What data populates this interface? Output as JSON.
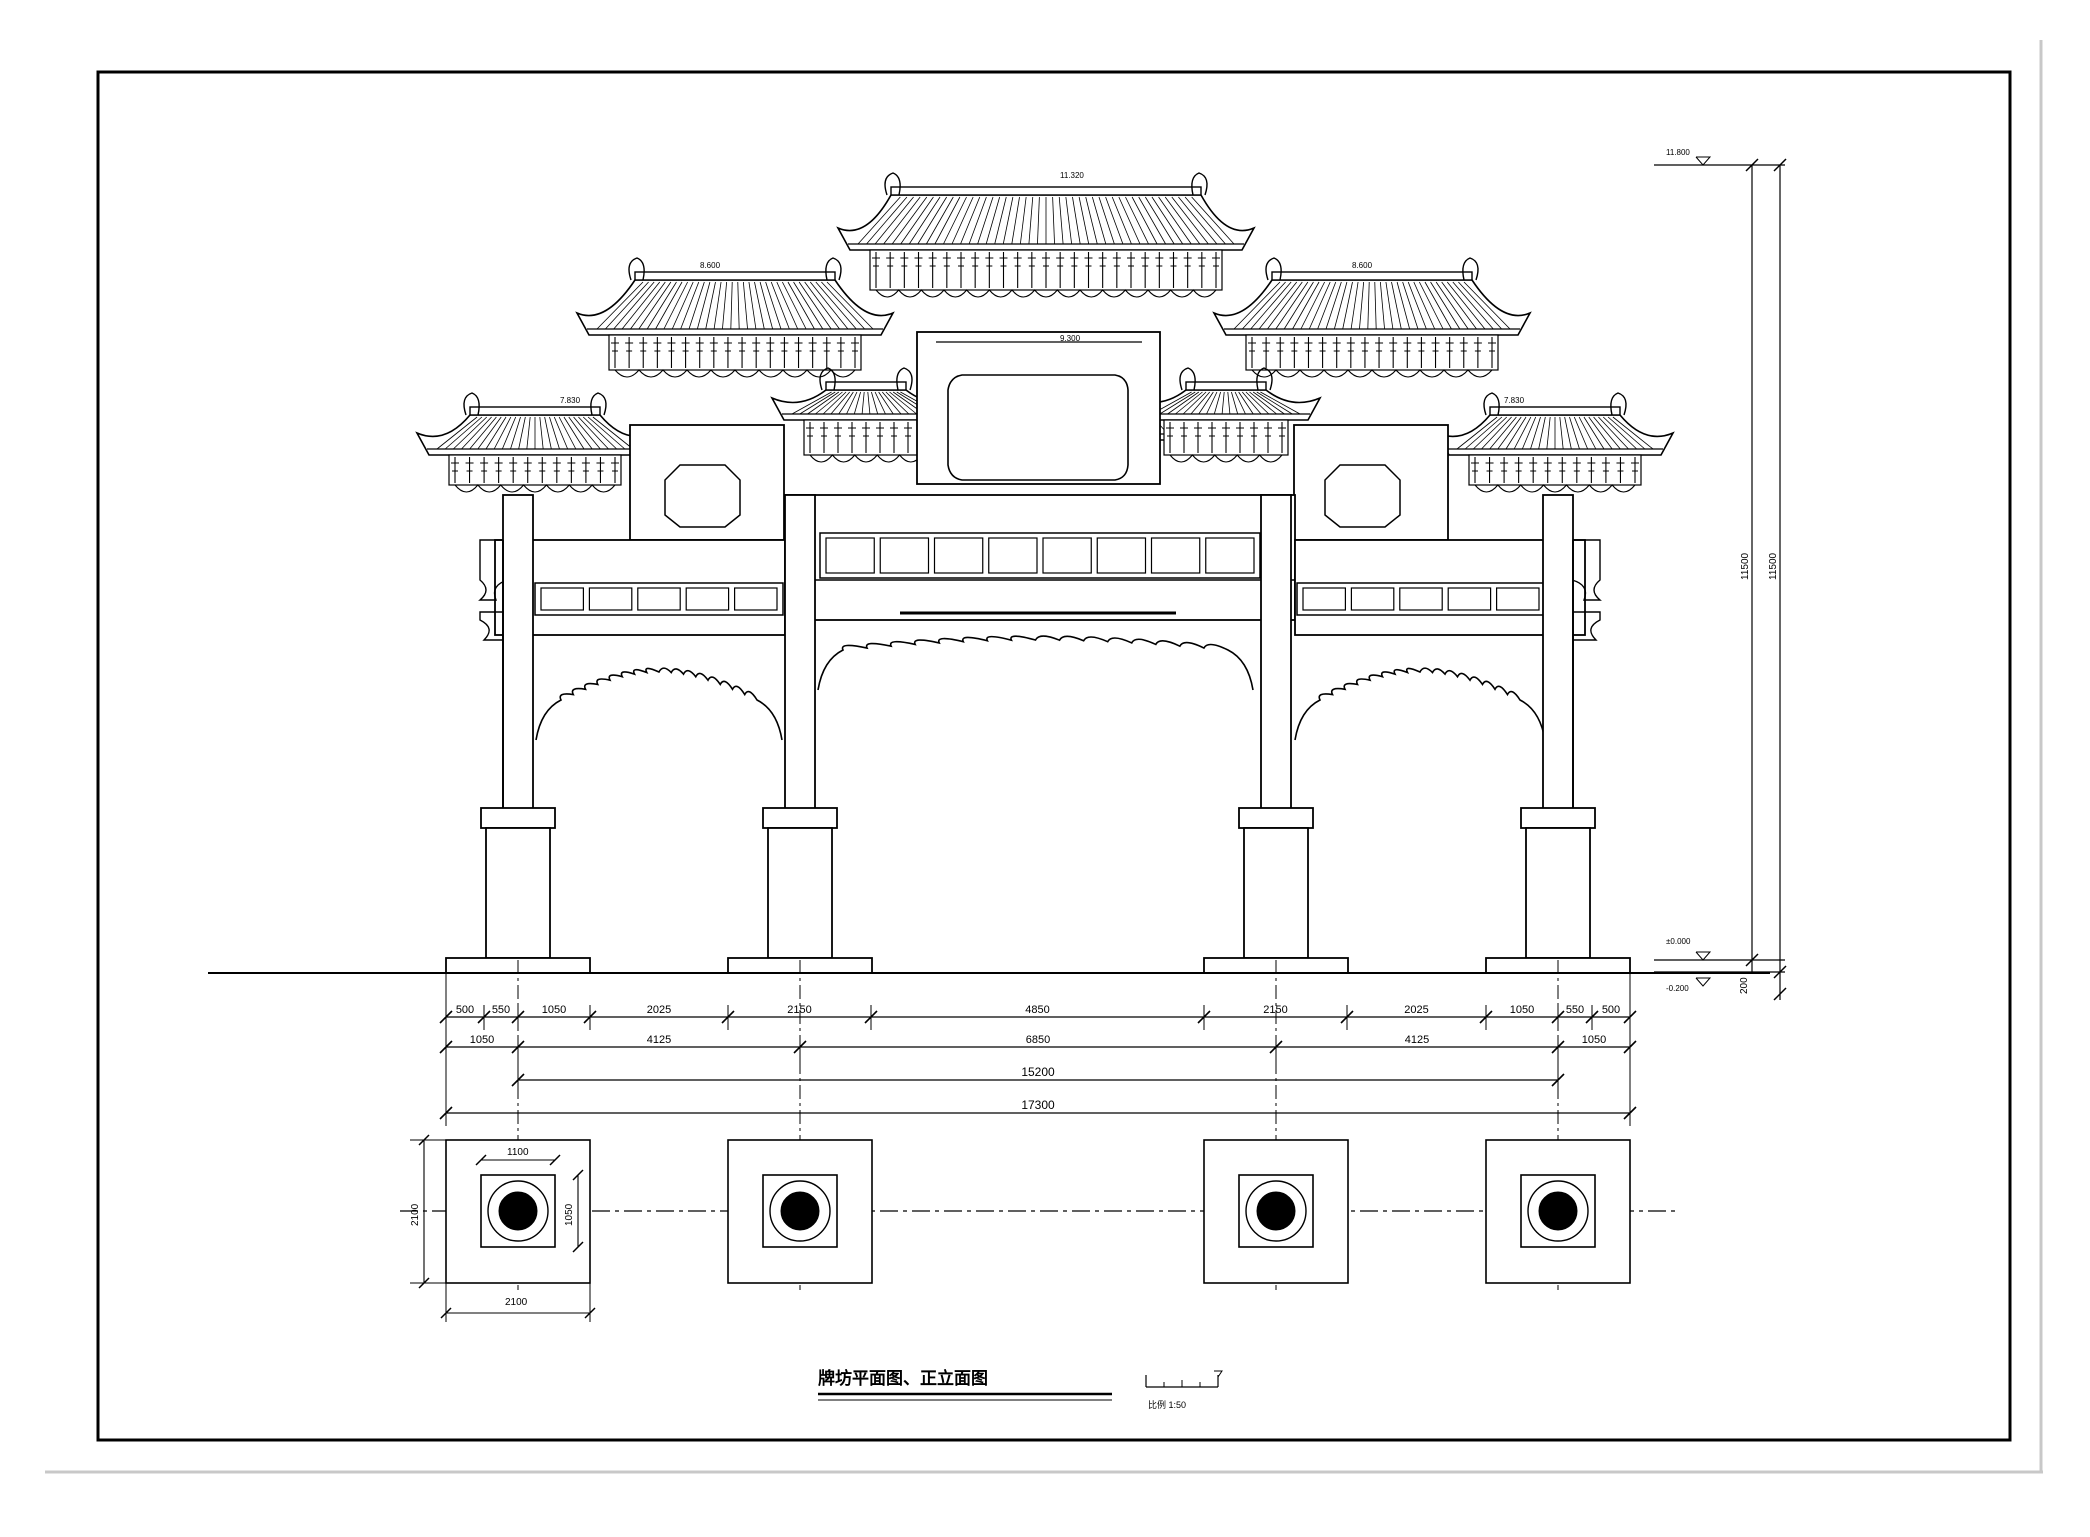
{
  "colors": {
    "line": "#000000",
    "paper": "#ffffff",
    "shadow": "#c8c8c8"
  },
  "elevation_labels": {
    "top_total": "11.800",
    "center_roof": "11.320",
    "center_lintel": "9.300",
    "side_roof_left": "8.600",
    "side_roof_right": "8.600",
    "outer_roof_left": "7.830",
    "outer_roof_right": "7.830",
    "ground": "±0.000",
    "below_ground": "-0.200"
  },
  "height_dims": {
    "inner": "11500",
    "outer": "11500",
    "base": "200"
  },
  "dim_row1": [
    "500",
    "550",
    "1050",
    "2025",
    "2150",
    "4850",
    "2150",
    "2025",
    "1050",
    "550",
    "500"
  ],
  "dim_row2": [
    "1050",
    "4125",
    "6850",
    "4125",
    "1050"
  ],
  "dim_row3": "15200",
  "dim_row4": "17300",
  "plan_dims": {
    "inner_width": "1100",
    "inner_height": "1050",
    "outer_height": "2100",
    "outer_width": "2100"
  },
  "title": "牌坊平面图、正立面图",
  "scale_label": "比例 1:50"
}
